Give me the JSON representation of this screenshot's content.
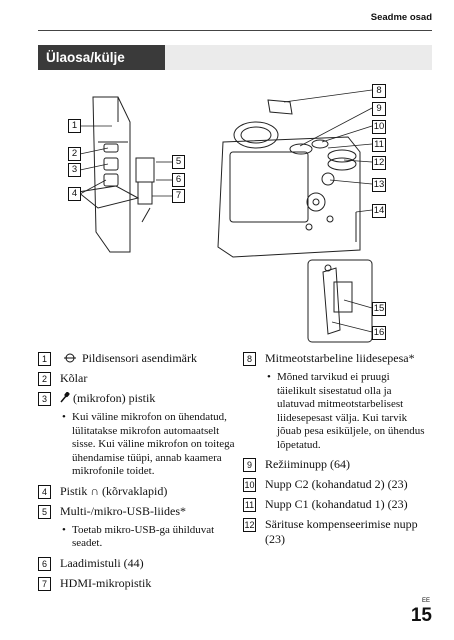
{
  "header": {
    "section": "Seadme osad"
  },
  "banner": {
    "title": "Ülaosa/külje vaade"
  },
  "callouts": [
    "1",
    "2",
    "3",
    "4",
    "5",
    "6",
    "7",
    "8",
    "9",
    "10",
    "11",
    "12",
    "13",
    "14",
    "15",
    "16"
  ],
  "left_list": [
    {
      "num": "1",
      "text": "Pildisensori asendimärk",
      "icon": "sensor-plane-icon"
    },
    {
      "num": "2",
      "text": "Kõlar"
    },
    {
      "num": "3",
      "text": "(mikrofon) pistik",
      "icon": "microphone-icon",
      "note": "Kui väline mikrofon on ühendatud, lülitatakse mikrofon automaatselt sisse. Kui väline mikrofon on toitega ühendamise tüüpi, annab kaamera mikrofonile toidet."
    },
    {
      "num": "4",
      "text": "Pistik ∩ (kõrvaklapid)",
      "icon": "headphone-icon"
    },
    {
      "num": "5",
      "text": "Multi-/mikro-USB-liides*",
      "note": "Toetab mikro-USB-ga ühilduvat seadet."
    },
    {
      "num": "6",
      "text": "Laadimistuli (44)"
    },
    {
      "num": "7",
      "text": "HDMI-mikropistik"
    }
  ],
  "right_list": [
    {
      "num": "8",
      "text": "Mitmeotstarbeline liidesepesa*",
      "note": "Mõned tarvikud ei pruugi täielikult sisestatud olla ja ulatuvad mitmeotstarbelisest liidesepesast välja. Kui tarvik jõuab pesa esiküljele, on ühendus lõpetatud."
    },
    {
      "num": "9",
      "text": "Režiiminupp (64)"
    },
    {
      "num": "10",
      "text": "Nupp C2 (kohandatud 2) (23)"
    },
    {
      "num": "11",
      "text": "Nupp C1 (kohandatud 1) (23)"
    },
    {
      "num": "12",
      "text": "Särituse kompenseerimise nupp (23)"
    }
  ],
  "footer": {
    "lang": "EE",
    "page": "15"
  }
}
